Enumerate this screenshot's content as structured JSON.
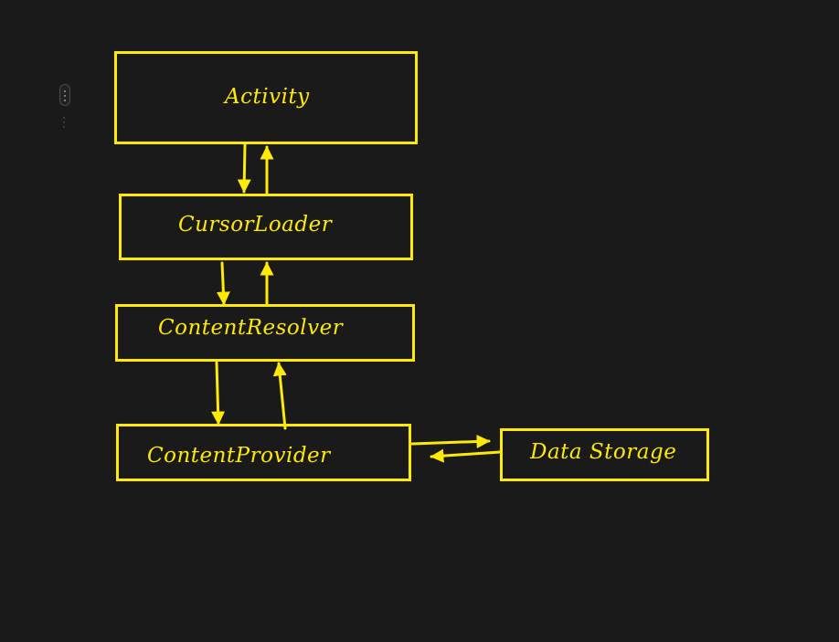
{
  "diagram": {
    "nodes": {
      "activity": "Activity",
      "cursor_loader": "CursorLoader",
      "content_resolver": "ContentResolver",
      "content_provider": "ContentProvider",
      "data_storage": "Data Storage"
    },
    "edges": [
      {
        "from": "Activity",
        "to": "CursorLoader"
      },
      {
        "from": "CursorLoader",
        "to": "Activity"
      },
      {
        "from": "CursorLoader",
        "to": "ContentResolver"
      },
      {
        "from": "ContentResolver",
        "to": "CursorLoader"
      },
      {
        "from": "ContentResolver",
        "to": "ContentProvider"
      },
      {
        "from": "ContentProvider",
        "to": "ContentResolver"
      },
      {
        "from": "ContentProvider",
        "to": "Data Storage"
      },
      {
        "from": "Data Storage",
        "to": "ContentProvider"
      }
    ]
  },
  "colors": {
    "background": "#1a1a1a",
    "stroke": "#ffea00"
  },
  "icons": {
    "side_handle": "vertical-ellipsis-icon"
  }
}
